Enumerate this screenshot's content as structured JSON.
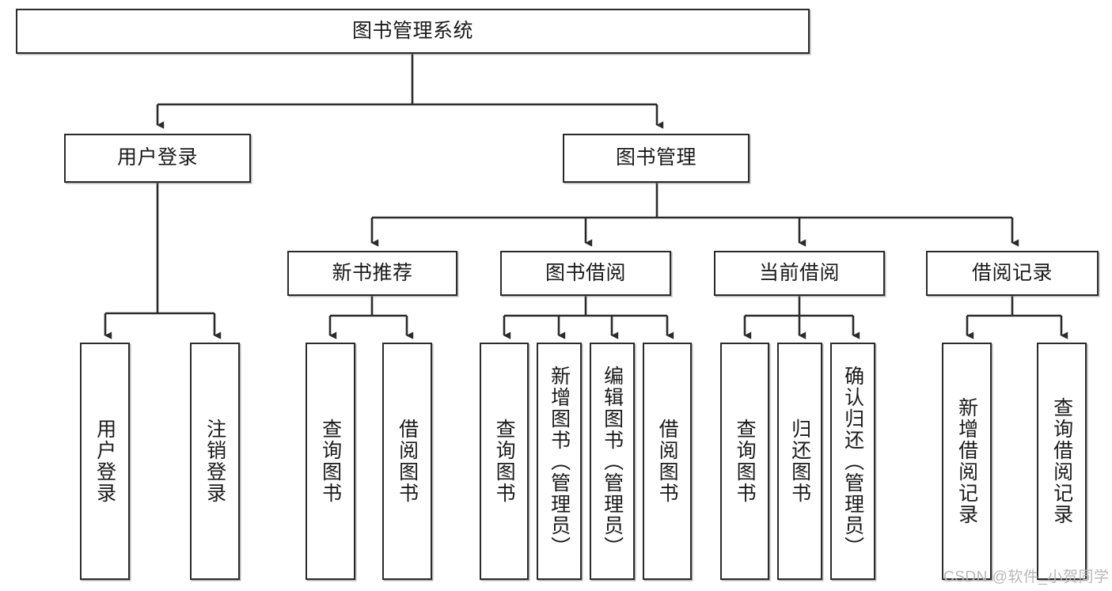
{
  "diagram": {
    "title": "图书管理系统",
    "type": "hierarchy-tree",
    "colors": {
      "box_border": "#2b2b2b",
      "box_fill": "#ffffff",
      "text": "#1a1a1a",
      "connector": "#2b2b2b",
      "watermark": "#b8b8b8"
    },
    "levels": {
      "root": {
        "label": "图书管理系统"
      },
      "level2": [
        {
          "id": "user-login",
          "label": "用户登录"
        },
        {
          "id": "book-manage",
          "label": "图书管理"
        }
      ],
      "level3": [
        {
          "id": "new-book-recommend",
          "label": "新书推荐"
        },
        {
          "id": "book-borrow",
          "label": "图书借阅"
        },
        {
          "id": "current-borrow",
          "label": "当前借阅"
        },
        {
          "id": "borrow-record",
          "label": "借阅记录"
        }
      ],
      "leaves": {
        "user-login": [
          {
            "id": "leaf-user-login",
            "label": "用户登录"
          },
          {
            "id": "leaf-user-logout",
            "label": "注销登录"
          }
        ],
        "new-book-recommend": [
          {
            "id": "leaf-query-book-1",
            "label": "查询图书"
          },
          {
            "id": "leaf-borrow-book-1",
            "label": "借阅图书"
          }
        ],
        "book-borrow": [
          {
            "id": "leaf-query-book-2",
            "label": "查询图书"
          },
          {
            "id": "leaf-add-book",
            "label": "新增图书（管理员）"
          },
          {
            "id": "leaf-edit-book",
            "label": "编辑图书（管理员）"
          },
          {
            "id": "leaf-borrow-book-2",
            "label": "借阅图书"
          }
        ],
        "current-borrow": [
          {
            "id": "leaf-query-book-3",
            "label": "查询图书"
          },
          {
            "id": "leaf-return-book",
            "label": "归还图书"
          },
          {
            "id": "leaf-confirm-return",
            "label": "确认归还（管理员）"
          }
        ],
        "borrow-record": [
          {
            "id": "leaf-add-borrow-record",
            "label": "新增借阅记录"
          },
          {
            "id": "leaf-query-borrow-record",
            "label": "查询借阅记录"
          }
        ]
      }
    }
  },
  "watermark": {
    "text": "CSDN @软件_小贺同学"
  }
}
